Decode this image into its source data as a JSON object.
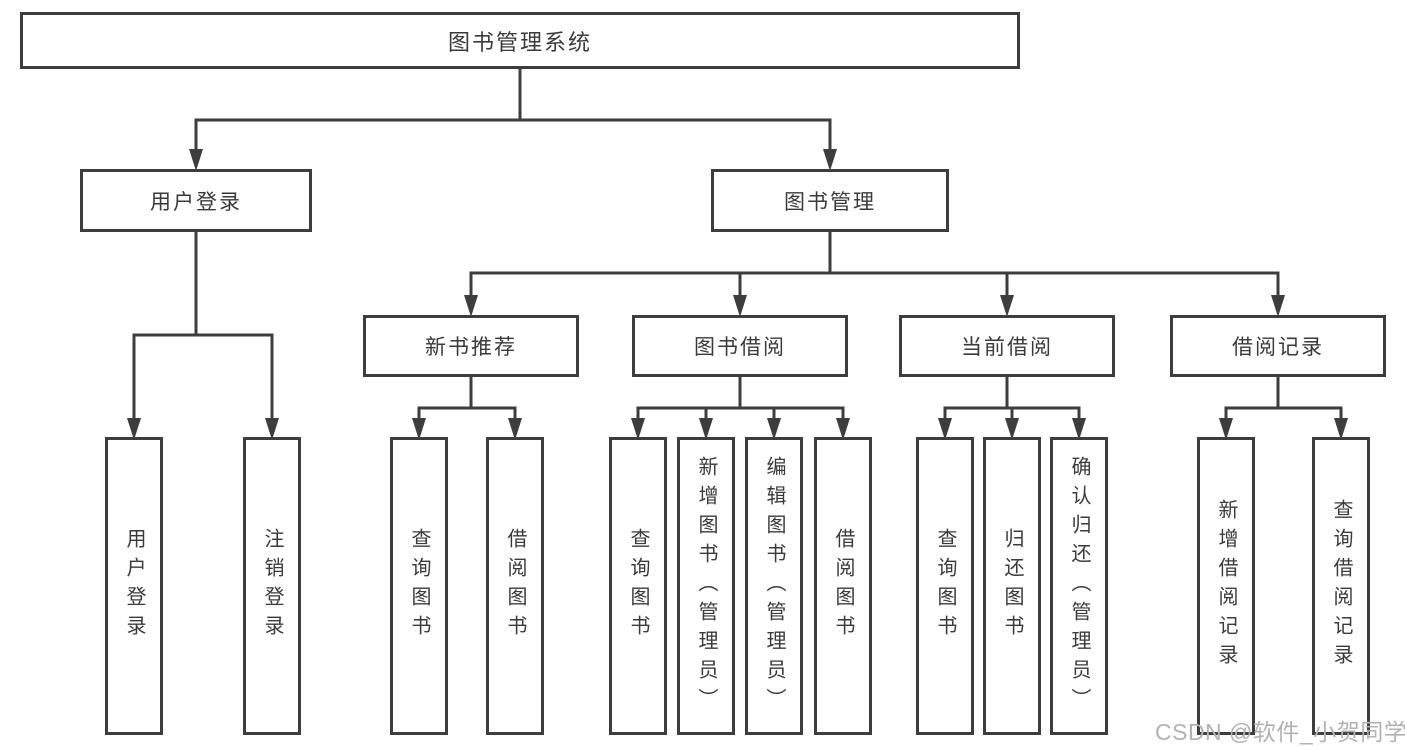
{
  "diagram": {
    "root": "图书管理系统",
    "level2": {
      "login": "用户登录",
      "management": "图书管理"
    },
    "level3": [
      "新书推荐",
      "图书借阅",
      "当前借阅",
      "借阅记录"
    ],
    "leaves": {
      "login": [
        "用户登录",
        "注销登录"
      ],
      "new_book": [
        "查询图书",
        "借阅图书"
      ],
      "book_borrow": [
        "查询图书",
        "新增图书（管理员）",
        "编辑图书（管理员）",
        "借阅图书"
      ],
      "current_borrow": [
        "查询图书",
        "归还图书",
        "确认归还（管理员）"
      ],
      "borrow_record": [
        "新增借阅记录",
        "查询借阅记录"
      ]
    }
  },
  "watermark": "CSDN @软件_小贺同学",
  "colors": {
    "line": "#3d3d3d",
    "text": "#3a3a3a",
    "watermark": "#b2b2b2"
  }
}
